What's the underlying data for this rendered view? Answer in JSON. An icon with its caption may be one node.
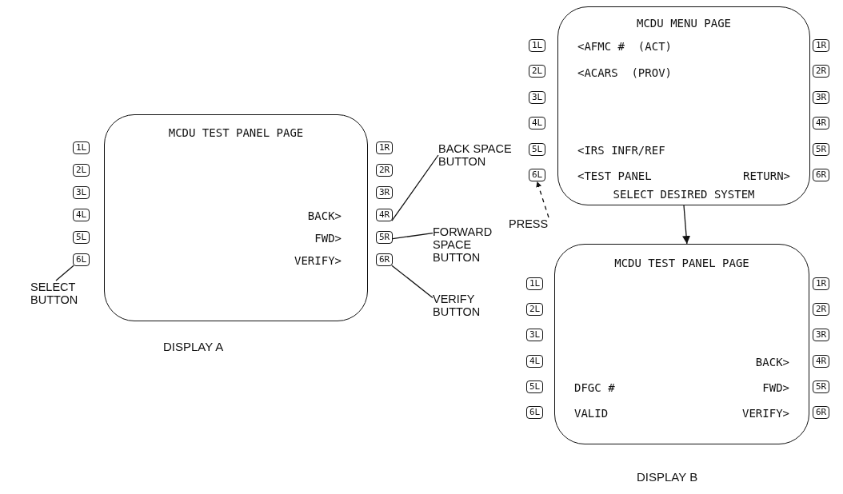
{
  "diagram": {
    "nodes": [
      {
        "text": [
          "MCDU TEST PANEL PAGE",
          "BACK>",
          "FWD>",
          "VERIFY>"
        ]
      },
      {
        "text": [
          "1L"
        ]
      },
      {
        "text": [
          "2L"
        ]
      },
      {
        "text": [
          "3L"
        ]
      },
      {
        "text": [
          "4L"
        ]
      },
      {
        "text": [
          "5L"
        ]
      },
      {
        "text": [
          "6L"
        ]
      },
      {
        "text": [
          "1R"
        ]
      },
      {
        "text": [
          "2R"
        ]
      },
      {
        "text": [
          "3R"
        ]
      },
      {
        "text": [
          "4R"
        ]
      },
      {
        "text": [
          "5R"
        ]
      },
      {
        "text": [
          "6R"
        ]
      },
      {
        "text": [
          "SELECT BUTTON"
        ]
      },
      {
        "text": [
          "BACK SPACE BUTTON"
        ]
      },
      {
        "text": [
          "FORWARD SPACE BUTTON"
        ]
      },
      {
        "text": [
          "VERIFY BUTTON"
        ]
      },
      {
        "text": [
          "MCDU MENU PAGE",
          "<AFMC #  (ACT)",
          "<ACARS  (PROV)",
          "<IRS INFR/REF",
          "<TEST PANEL",
          "RETURN>",
          "SELECT DESIRED SYSTEM"
        ]
      },
      {
        "text": [
          "1L"
        ]
      },
      {
        "text": [
          "2L"
        ]
      },
      {
        "text": [
          "3L"
        ]
      },
      {
        "text": [
          "4L"
        ]
      },
      {
        "text": [
          "5L"
        ]
      },
      {
        "text": [
          "6L"
        ]
      },
      {
        "text": [
          "1R"
        ]
      },
      {
        "text": [
          "2R"
        ]
      },
      {
        "text": [
          "3R"
        ]
      },
      {
        "text": [
          "4R"
        ]
      },
      {
        "text": [
          "5R"
        ]
      },
      {
        "text": [
          "6R"
        ]
      },
      {
        "text": [
          "PRESS"
        ]
      },
      {
        "text": [
          "MCDU TEST PANEL PAGE",
          "BACK>",
          "DFGC #",
          "FWD>",
          "VALID",
          "VERIFY>"
        ]
      },
      {
        "text": [
          "1L"
        ]
      },
      {
        "text": [
          "2L"
        ]
      },
      {
        "text": [
          "3L"
        ]
      },
      {
        "text": [
          "4L"
        ]
      },
      {
        "text": [
          "5L"
        ]
      },
      {
        "text": [
          "6L"
        ]
      },
      {
        "text": [
          "1R"
        ]
      },
      {
        "text": [
          "2R"
        ]
      },
      {
        "text": [
          "3R"
        ]
      },
      {
        "text": [
          "4R"
        ]
      },
      {
        "text": [
          "5R"
        ]
      },
      {
        "text": [
          "6R"
        ]
      }
    ],
    "edges": [
      {
        "from": 13,
        "to": 6,
        "arrow": "none"
      },
      {
        "from": 14,
        "to": 10,
        "arrow": "none"
      },
      {
        "from": 15,
        "to": 11,
        "arrow": "none"
      },
      {
        "from": 16,
        "to": 12,
        "arrow": "none"
      },
      {
        "from": 30,
        "to": 23,
        "arrow": "to",
        "style": "dashed"
      },
      {
        "from": 17,
        "to": 31,
        "arrow": "to"
      }
    ],
    "labels": [
      "DISPLAY A",
      "DISPLAY B"
    ]
  }
}
